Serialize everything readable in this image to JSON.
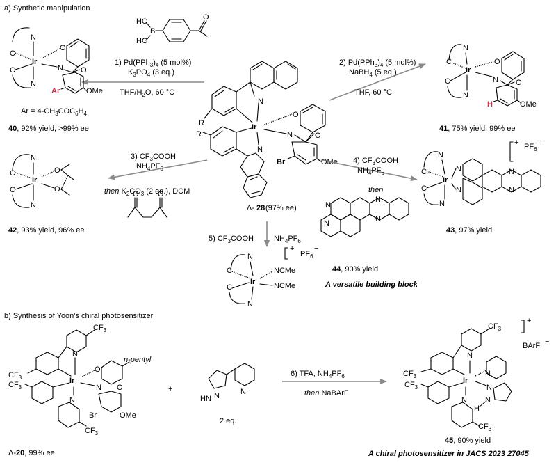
{
  "sections": {
    "a": "a) Synthetic manipulation",
    "b": "b) Synthesis of Yoon's chiral photosensitizer"
  },
  "atoms": {
    "N": "N",
    "C": "C",
    "Ir": "Ir",
    "O": "O",
    "B": "B",
    "H": "H",
    "Br": "Br",
    "R": "R",
    "OMe": "OMe",
    "Ar": "Ar",
    "HO": "HO",
    "HN": "HN",
    "CF3": "CF",
    "three": "3",
    "NCMe": "NCMe",
    "plus": "+",
    "minus": "−",
    "PF6": "PF",
    "six": "6",
    "BArF": "BArF",
    "npentyl": "n-pentyl"
  },
  "conditions": {
    "r1_line1": "1) Pd(PPh",
    "r1_line1b": "3",
    "r1_line1c": ")",
    "r1_line1d": "4",
    "r1_line1e": " (5 mol%)",
    "r1_line2": "K",
    "r1_line2b": "3",
    "r1_line2c": "PO",
    "r1_line2d": "4",
    "r1_line2e": " (3 eq.)",
    "r1_line3": "THF/H",
    "r1_line3b": "2",
    "r1_line3c": "O, 60 °C",
    "r2_line1": "2) Pd(PPh",
    "r2_line1b": "3",
    "r2_line1c": ")",
    "r2_line1d": "4",
    "r2_line1e": " (5 mol%)",
    "r2_line2": "NaBH",
    "r2_line2b": "4",
    "r2_line2c": " (5 eq.)",
    "r2_line3": "THF, 60 °C",
    "r3_line1": "3) CF",
    "r3_line1b": "3",
    "r3_line1c": "COOH",
    "r3_line2": "NH",
    "r3_line2b": "4",
    "r3_line2c": "PF",
    "r3_line2d": "6",
    "r3_line3a": "then",
    "r3_line3b": " K",
    "r3_line3c": "2",
    "r3_line3d": "CO",
    "r3_line3e": "3",
    "r3_line3f": " (2 eq.), DCM",
    "r4_line1": "4) CF",
    "r4_line1b": "3",
    "r4_line1c": "COOH",
    "r4_line2": "NH",
    "r4_line2b": "4",
    "r4_line2c": "PF",
    "r4_line2d": "6",
    "r4_line3": "then",
    "r5_line1": "5) CF",
    "r5_line1b": "3",
    "r5_line1c": "COOH",
    "r5_line2": "NH",
    "r5_line2b": "4",
    "r5_line2c": "PF",
    "r5_line2d": "6",
    "r6_line1": "6) TFA, NH",
    "r6_line1b": "4",
    "r6_line1c": "PF",
    "r6_line1d": "6",
    "r6_line2a": "then",
    "r6_line2b": " NaBArF"
  },
  "labels": {
    "ar_def_a": "Ar = 4-CH",
    "ar_def_b": "3",
    "ar_def_c": "COC",
    "ar_def_d": "6",
    "ar_def_e": "H",
    "ar_def_f": "4",
    "c40_num": "40",
    "c40_text": ", 92% yield, >99% ee",
    "c41_num": "41",
    "c41_text": ", 75% yield, 99% ee",
    "c42_num": "42",
    "c42_text": ", 93% yield, 96% ee",
    "c43_num": "43",
    "c43_text": ", 97% yield",
    "c44_num": "44",
    "c44_text": ", 90% yield",
    "c28_pre": "Λ-",
    "c28_num": "28",
    "c28_text": " (97% ee)",
    "building": "A versatile building block",
    "c20_pre": "Λ-",
    "c20_num": "20",
    "c20_text": ", 99% ee",
    "two_eq": "2 eq.",
    "c45_num": "45",
    "c45_text": ", 90% yield",
    "jacs": "A chiral photosensitizer in JACS 2023 27045"
  }
}
